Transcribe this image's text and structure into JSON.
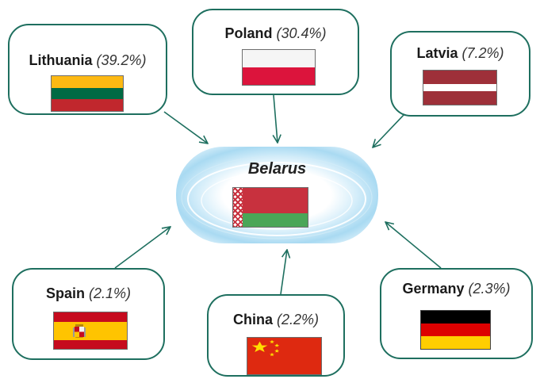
{
  "center": {
    "country": "Belarus"
  },
  "partners": [
    {
      "name": "Lithuania",
      "share": "(39.2%)"
    },
    {
      "name": "Poland",
      "share": "(30.4%)"
    },
    {
      "name": "Latvia",
      "share": "(7.2%)"
    },
    {
      "name": "Spain",
      "share": "(2.1%)"
    },
    {
      "name": "China",
      "share": "(2.2%)"
    },
    {
      "name": "Germany",
      "share": "(2.3%)"
    }
  ],
  "colors": {
    "border": "#1e6f5f",
    "arrow": "#1e6f5f",
    "glow": "#a9daf2"
  }
}
